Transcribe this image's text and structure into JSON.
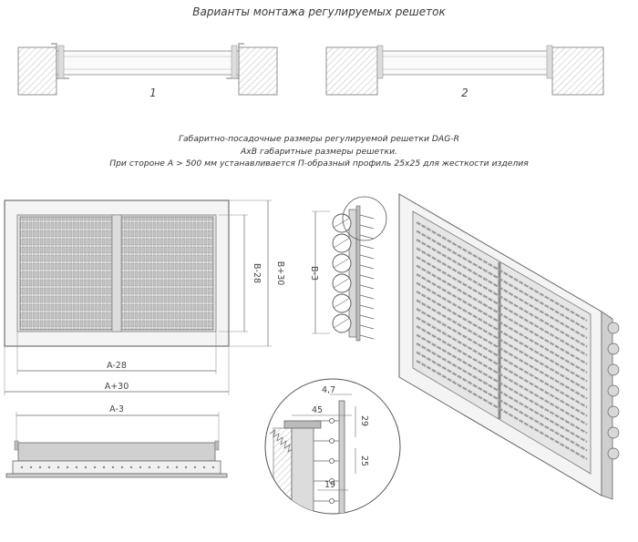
{
  "title": "Варианты монтажа регулируемых решеток",
  "variant_labels": [
    "1",
    "2"
  ],
  "notes": [
    "Габаритно-посадочные размеры регулируемой решетки DAG-R",
    "AxB габаритные размеры решетки.",
    "При стороне A > 500 мм устанавливается П-образный профиль 25x25 для жесткости изделия"
  ],
  "dimensions": {
    "b_minus_28": "B-28",
    "b_plus_30": "B+30",
    "a_minus_28": "A-28",
    "a_plus_30": "A+30",
    "b_minus_3": "B-3",
    "a_minus_3": "A-3"
  },
  "detail_dimensions": {
    "d_4_7": "4,7",
    "d_45": "45",
    "d_29": "29",
    "d_25": "25",
    "d_19": "19"
  }
}
